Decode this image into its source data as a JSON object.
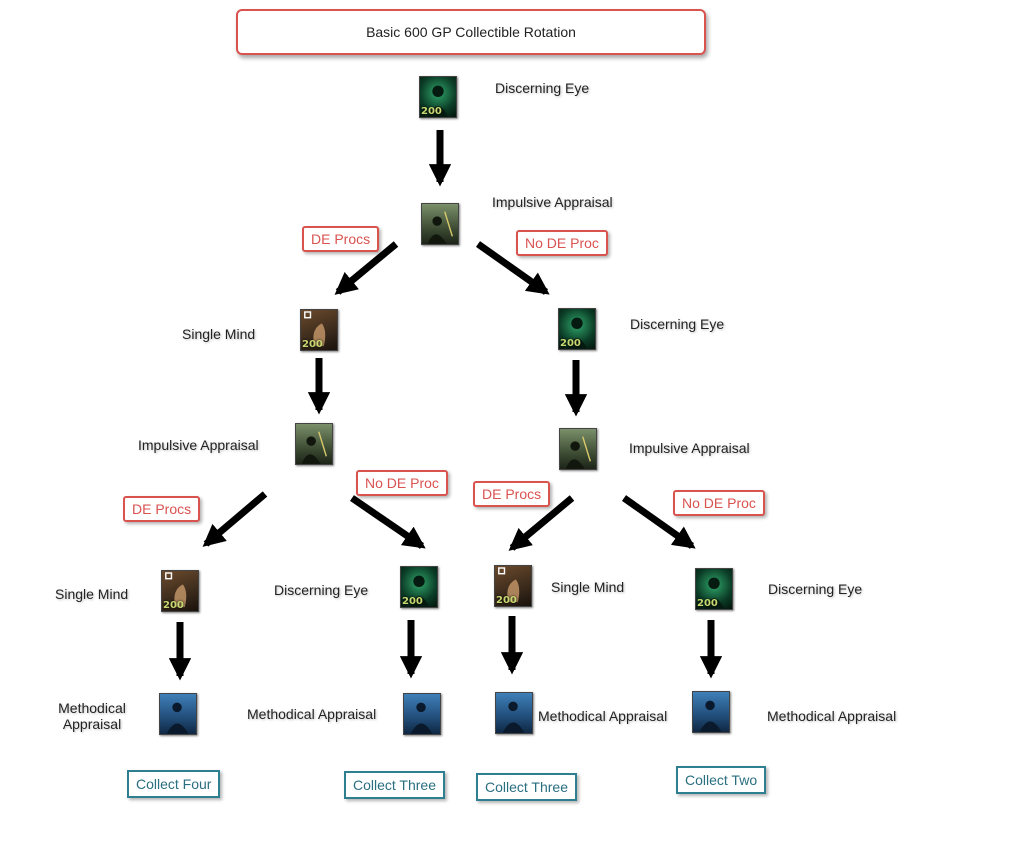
{
  "title": "Basic 600 GP Collectible Rotation",
  "actions": {
    "discerning_eye": "Discerning Eye",
    "impulsive_appraisal": "Impulsive Appraisal",
    "single_mind": "Single Mind",
    "methodical_appraisal": "Methodical Appraisal"
  },
  "icon_cost": "200",
  "conditions": {
    "de_procs": "DE Procs",
    "no_de_proc": "No DE Proc"
  },
  "results": {
    "collect_four": "Collect Four",
    "collect_three": "Collect Three",
    "collect_two": "Collect Two"
  },
  "colors": {
    "condition_border": "#d9534f",
    "result_border": "#2e7f8f",
    "arrow": "#000000"
  },
  "icons": {
    "discerning_eye": "discerning-eye-icon",
    "impulsive_appraisal": "impulsive-appraisal-icon",
    "single_mind": "single-mind-icon",
    "methodical_appraisal": "methodical-appraisal-icon"
  }
}
